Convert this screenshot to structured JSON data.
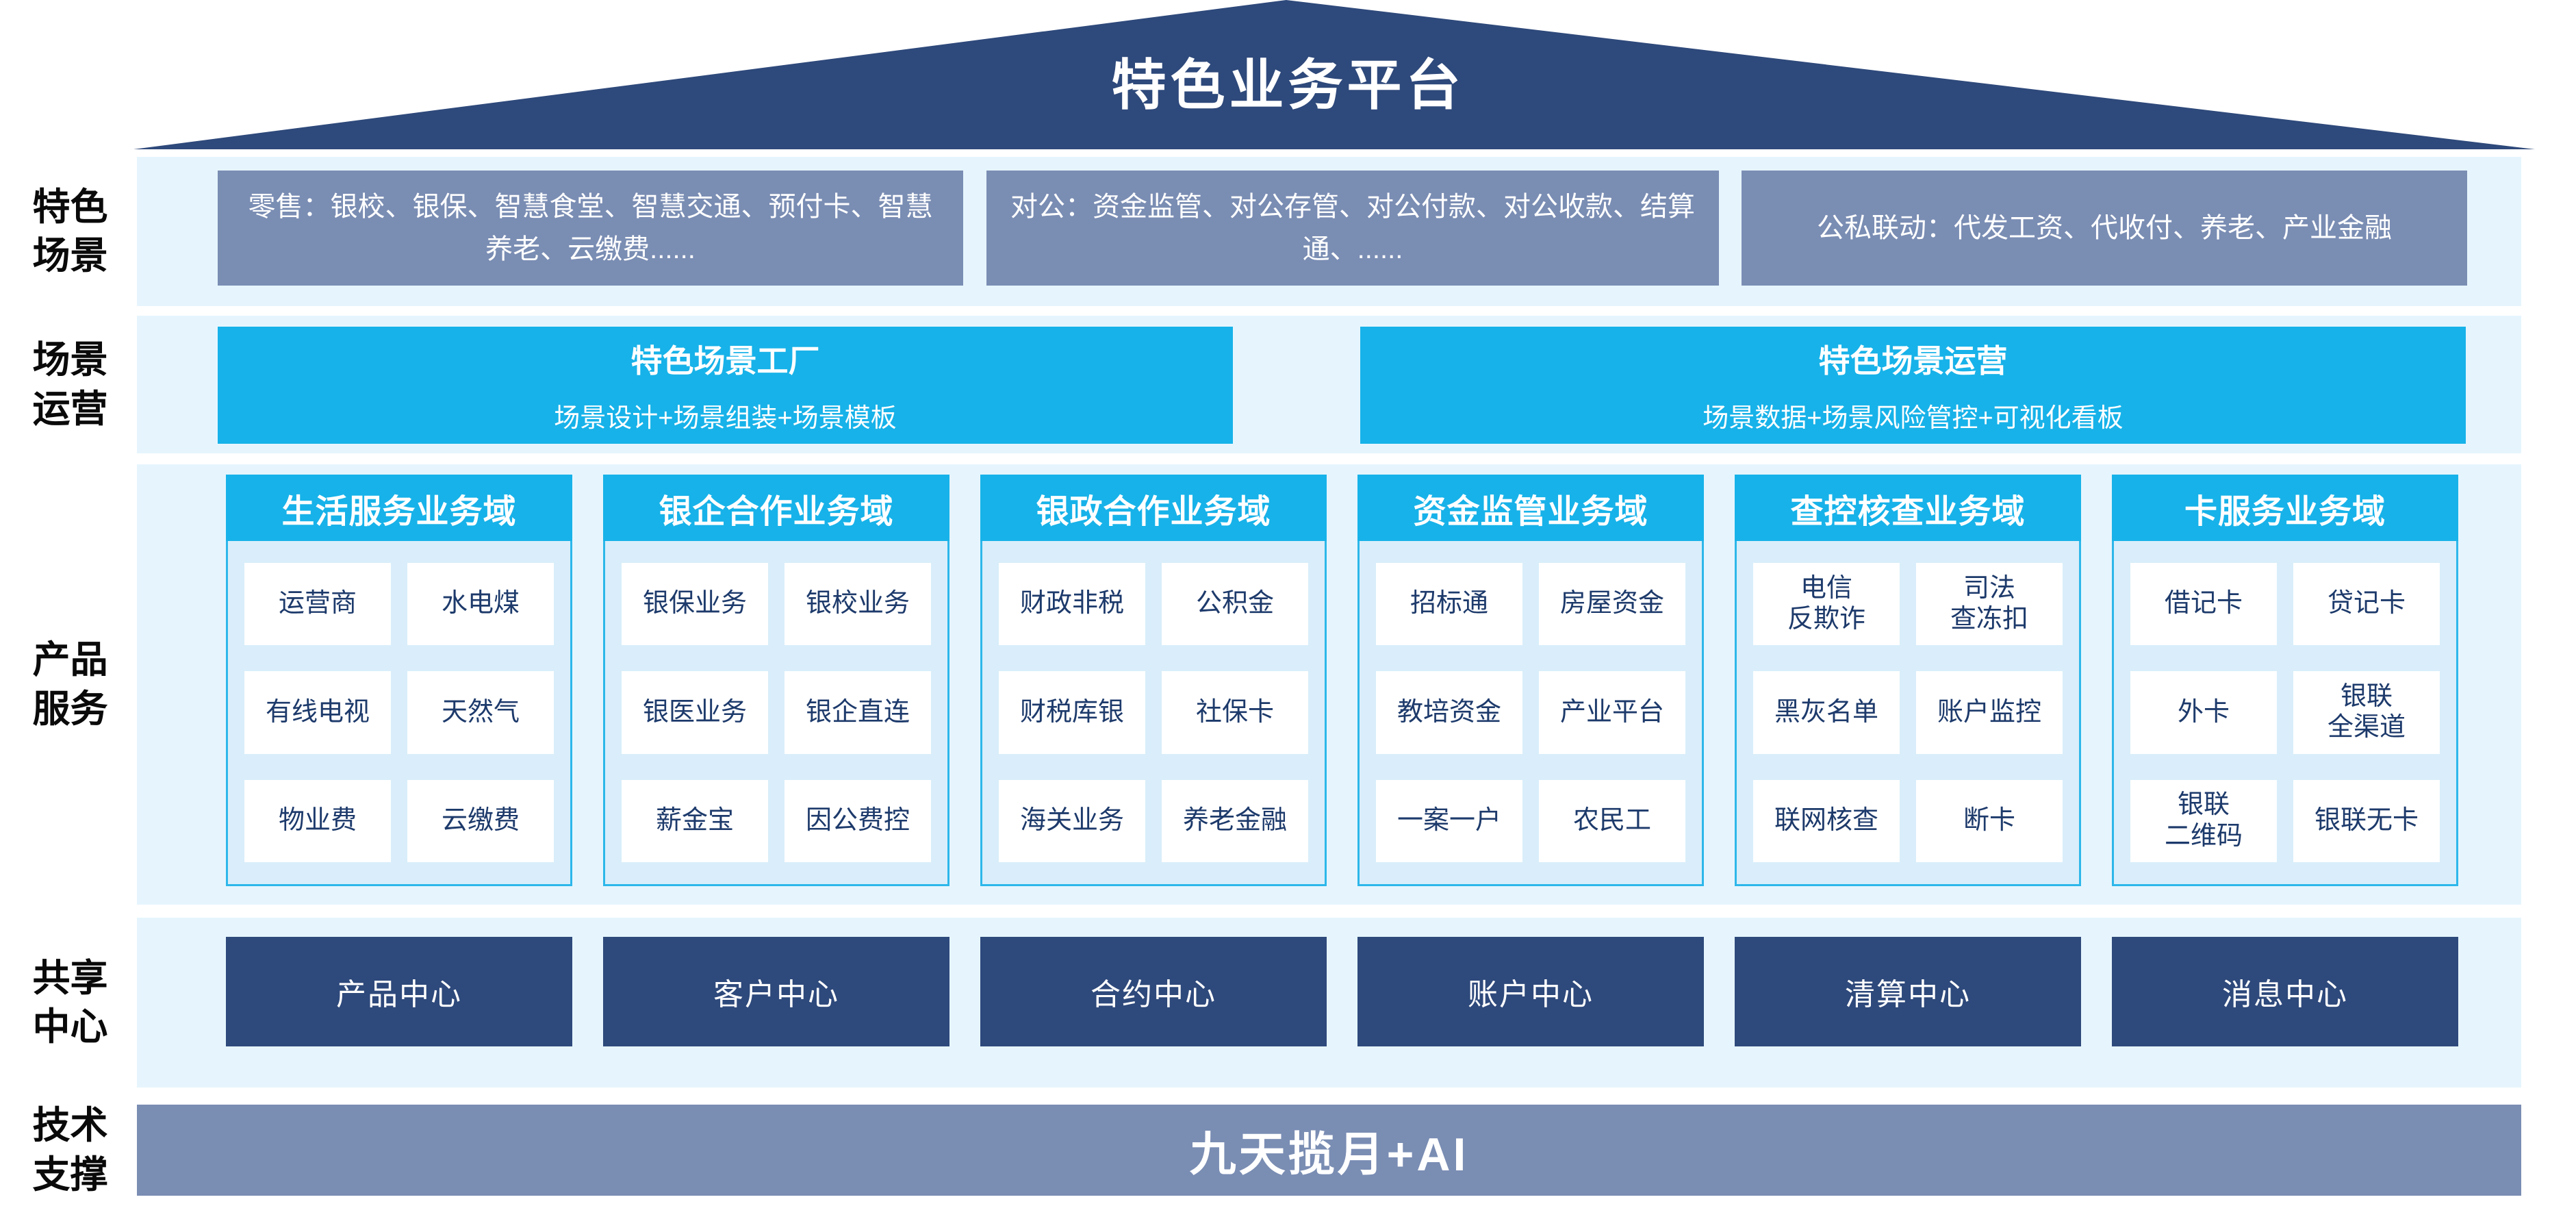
{
  "title": "特色业务平台",
  "colors": {
    "roof_navy": "#2e497b",
    "band_light_blue": "#e6f5fd",
    "slate_blue": "#7a8db3",
    "cyan": "#17b2e9",
    "panel_blue": "#d9eefa",
    "panel_border": "#2db7ea",
    "cell_text_navy": "#1d3a6b"
  },
  "rows": {
    "scenarios": {
      "label": "特色\n场景",
      "boxes": [
        "零售：银校、银保、智慧食堂、智慧交通、预付卡、智慧养老、云缴费......",
        "对公：资金监管、对公存管、对公付款、对公收款、结算通、......",
        "公私联动：代发工资、代收付、养老、产业金融"
      ]
    },
    "operations": {
      "label": "场景\n运营",
      "boxes": [
        {
          "title": "特色场景工厂",
          "subtitle": "场景设计+场景组装+场景模板"
        },
        {
          "title": "特色场景运营",
          "subtitle": "场景数据+场景风险管控+可视化看板"
        }
      ]
    },
    "products": {
      "label": "产品\n服务",
      "columns": [
        {
          "title": "生活服务业务域",
          "cells": [
            "运营商",
            "水电煤",
            "有线电视",
            "天然气",
            "物业费",
            "云缴费"
          ]
        },
        {
          "title": "银企合作业务域",
          "cells": [
            "银保业务",
            "银校业务",
            "银医业务",
            "银企直连",
            "薪金宝",
            "因公费控"
          ]
        },
        {
          "title": "银政合作业务域",
          "cells": [
            "财政非税",
            "公积金",
            "财税库银",
            "社保卡",
            "海关业务",
            "养老金融"
          ]
        },
        {
          "title": "资金监管业务域",
          "cells": [
            "招标通",
            "房屋资金",
            "教培资金",
            "产业平台",
            "一案一户",
            "农民工"
          ]
        },
        {
          "title": "查控核查业务域",
          "cells": [
            "电信\n反欺诈",
            "司法\n查冻扣",
            "黑灰名单",
            "账户监控",
            "联网核查",
            "断卡"
          ]
        },
        {
          "title": "卡服务业务域",
          "cells": [
            "借记卡",
            "贷记卡",
            "外卡",
            "银联\n全渠道",
            "银联\n二维码",
            "银联无卡"
          ]
        }
      ]
    },
    "shared": {
      "label": "共享\n中心",
      "boxes": [
        "产品中心",
        "客户中心",
        "合约中心",
        "账户中心",
        "清算中心",
        "消息中心"
      ]
    },
    "tech": {
      "label": "技术\n支撑",
      "bar": "九天揽月+AI"
    }
  }
}
